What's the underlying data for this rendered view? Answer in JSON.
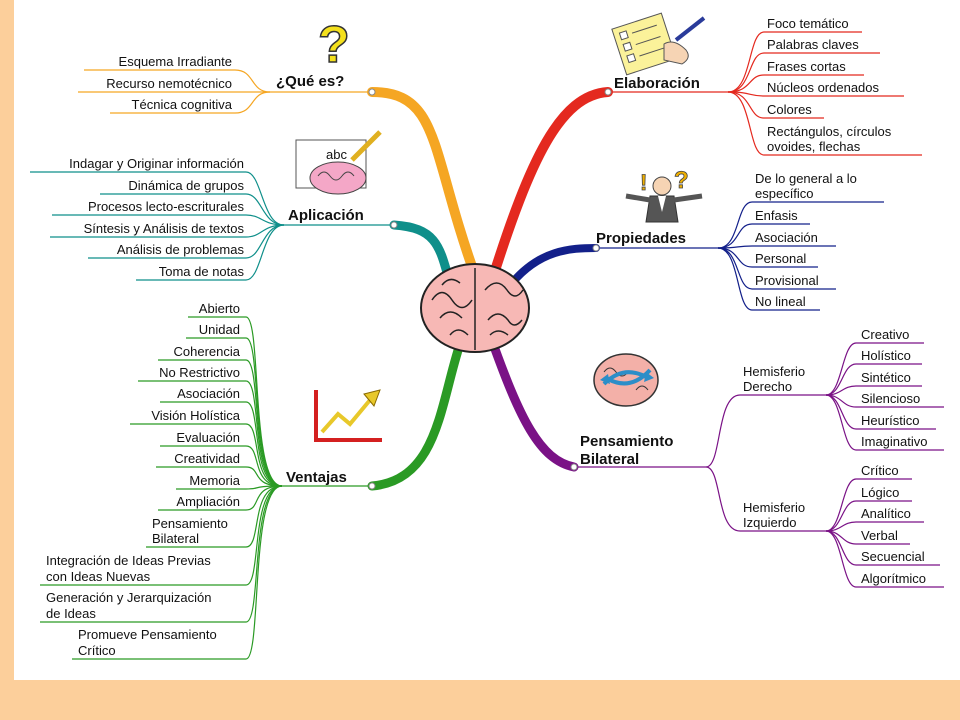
{
  "colors": {
    "frame": "#fccf9b",
    "que_es": "#f5a623",
    "aplicacion": "#0f8f8a",
    "ventajas": "#2a9a24",
    "elaboracion": "#e4291f",
    "propiedades": "#13208a",
    "pensamiento": "#7a1286"
  },
  "branches": {
    "que_es": {
      "title": "¿Qué es?",
      "icon": "question-mark-icon",
      "items": [
        "Esquema Irradiante",
        "Recurso nemotécnico",
        "Técnica cognitiva"
      ]
    },
    "aplicacion": {
      "title": "Aplicación",
      "icon": "brain-writing-icon",
      "icon_text": "abc",
      "items": [
        "Indagar y Originar información",
        "Dinámica de grupos",
        "Procesos lecto-escriturales",
        "Síntesis y Análisis de textos",
        "Análisis de problemas",
        "Toma de notas"
      ]
    },
    "ventajas": {
      "title": "Ventajas",
      "icon": "growth-arrow-icon",
      "items": [
        "Abierto",
        "Unidad",
        "Coherencia",
        "No Restrictivo",
        "Asociación",
        "Visión Holística",
        "Evaluación",
        "Creatividad",
        "Memoria",
        "Ampliación",
        "Pensamiento",
        "Bilateral",
        "Integración de Ideas Previas",
        "con Ideas Nuevas",
        "Generación y Jerarquización",
        "de Ideas",
        "Promueve Pensamiento",
        "Crítico"
      ]
    },
    "elaboracion": {
      "title": "Elaboración",
      "icon": "checklist-hand-icon",
      "items": [
        "Foco temático",
        "Palabras claves",
        "Frases cortas",
        "Núcleos ordenados",
        "Colores",
        "Rectángulos, círculos",
        "ovoides, flechas"
      ]
    },
    "propiedades": {
      "title": "Propiedades",
      "icon": "confused-person-icon",
      "items": [
        "De lo general a lo",
        "específico",
        "Enfasis",
        "Asociación",
        "Personal",
        "Provisional",
        "No lineal"
      ]
    },
    "pensamiento": {
      "title_lines": [
        "Pensamiento",
        "Bilateral"
      ],
      "icon": "brain-arrows-icon",
      "derecho": {
        "label_lines": [
          "Hemisferio",
          "Derecho"
        ],
        "items": [
          "Creativo",
          "Holístico",
          "Sintético",
          "Silencioso",
          "Heurístico",
          "Imaginativo"
        ]
      },
      "izquierdo": {
        "label_lines": [
          "Hemisferio",
          "Izquierdo"
        ],
        "items": [
          "Crítico",
          "Lógico",
          "Analítico",
          "Verbal",
          "Secuencial",
          "Algorítmico"
        ]
      }
    }
  }
}
